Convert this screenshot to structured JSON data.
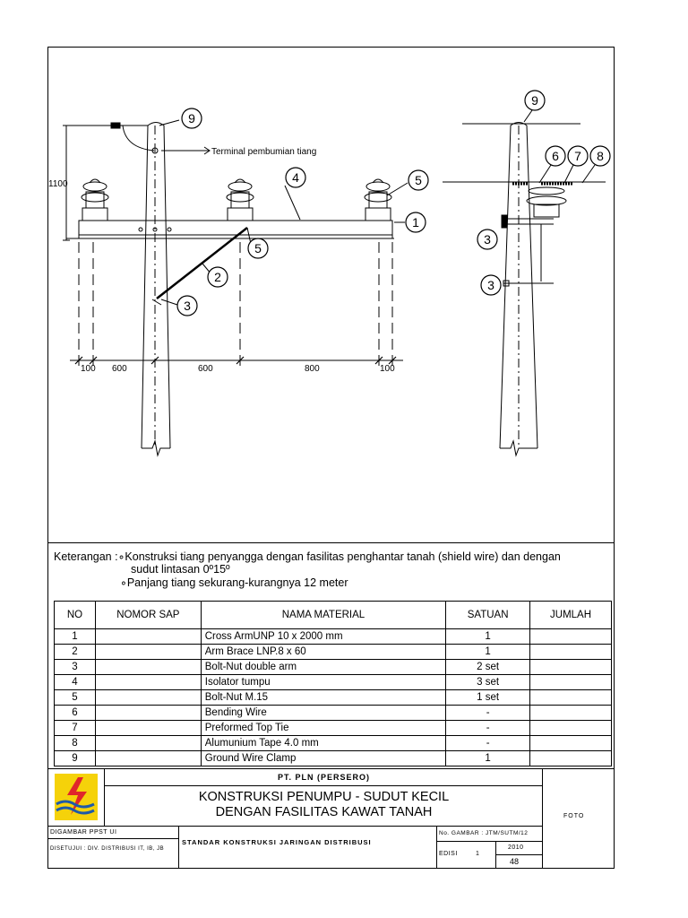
{
  "drawing": {
    "front": {
      "labels": {
        "terminal": "Terminal pembumian tiang",
        "height": "1100"
      },
      "dims": [
        "100",
        "600",
        "600",
        "800",
        "100"
      ],
      "callouts": [
        "9",
        "4",
        "5",
        "1",
        "5",
        "2",
        "3"
      ]
    },
    "side": {
      "callouts": [
        "9",
        "6",
        "7",
        "8",
        "3",
        "3"
      ]
    }
  },
  "notes": {
    "prefix": "Keterangan :",
    "line1": "∘Konstruksi tiang penyangga dengan fasilitas penghantar tanah (shield wire) dan dengan",
    "line1b": "sudut lintasan 0º15º",
    "line2": "∘Panjang tiang sekurang-kurangnya 12 meter"
  },
  "table": {
    "headers": [
      "NO",
      "NOMOR SAP",
      "NAMA MATERIAL",
      "SATUAN",
      "JUMLAH"
    ],
    "rows": [
      {
        "no": "1",
        "sap": "",
        "name": "Cross ArmUNP 10 x 2000 mm",
        "satuan": "1",
        "jumlah": ""
      },
      {
        "no": "2",
        "sap": "",
        "name": "Arm Brace LNP.8 x 60",
        "satuan": "1",
        "jumlah": ""
      },
      {
        "no": "3",
        "sap": "",
        "name": "Bolt-Nut double arm",
        "satuan": "2 set",
        "jumlah": ""
      },
      {
        "no": "4",
        "sap": "",
        "name": "Isolator tumpu",
        "satuan": "3 set",
        "jumlah": ""
      },
      {
        "no": "5",
        "sap": "",
        "name": "Bolt-Nut M.15",
        "satuan": "1 set",
        "jumlah": ""
      },
      {
        "no": "6",
        "sap": "",
        "name": "Bending Wire",
        "satuan": "-",
        "jumlah": ""
      },
      {
        "no": "7",
        "sap": "",
        "name": "Preformed Top Tie",
        "satuan": "-",
        "jumlah": ""
      },
      {
        "no": "8",
        "sap": "",
        "name": "Alumunium Tape 4.0 mm",
        "satuan": "-",
        "jumlah": ""
      },
      {
        "no": "9",
        "sap": "",
        "name": "Ground Wire Clamp",
        "satuan": "1",
        "jumlah": ""
      }
    ]
  },
  "title_block": {
    "company": "PT. PLN (PERSERO)",
    "title1": "KONSTRUKSI PENUMPU - SUDUT KECIL",
    "title2": "DENGAN FASILITAS KAWAT TANAH",
    "foto": "FOTO",
    "digambar": "DIGAMBAR PPST UI",
    "disetujui": "DISETUJUI : DIV. DISTRIBUSI IT, IB, JB",
    "standard": "STANDAR KONSTRUKSI JARINGAN DISTRIBUSI",
    "no_gambar": "No. GAMBAR : JTM/SUTM/12",
    "edisi_label": "EDISI",
    "edisi": "1",
    "year": "2010",
    "page": "48"
  },
  "colors": {
    "logo_yellow": "#f5d20a",
    "logo_red": "#e0262b",
    "logo_blue": "#1e5aa8"
  }
}
